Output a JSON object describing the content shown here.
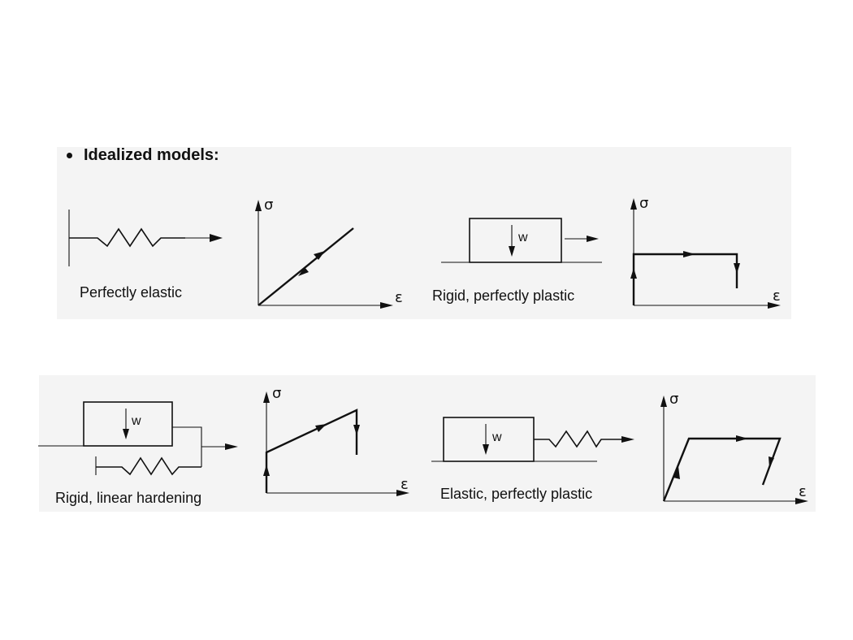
{
  "heading": "Idealized models:",
  "models": {
    "perfectly_elastic": "Perfectly elastic",
    "rigid_perfectly_plastic": "Rigid, perfectly plastic",
    "rigid_linear_hardening": "Rigid, linear hardening",
    "elastic_perfectly_plastic": "Elastic, perfectly plastic"
  },
  "symbols": {
    "stress": "σ",
    "strain": "ε",
    "weight": "w"
  }
}
